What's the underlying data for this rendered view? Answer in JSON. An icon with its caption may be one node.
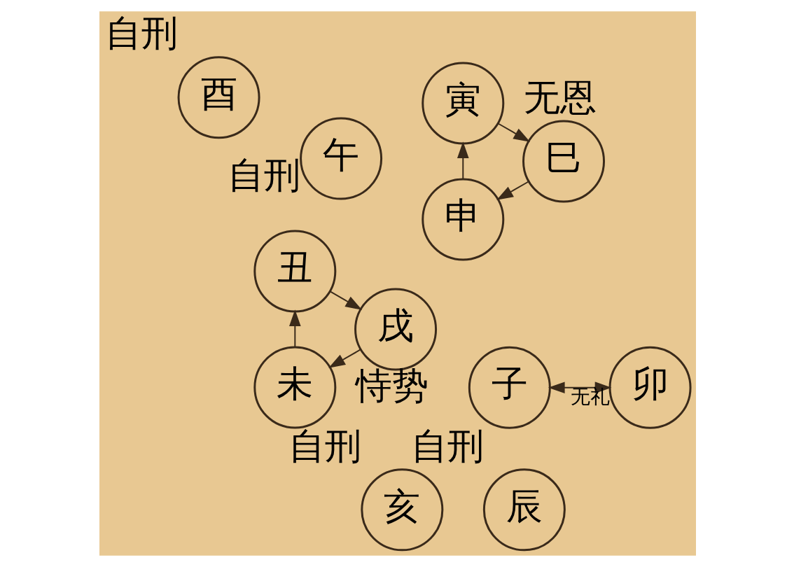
{
  "diagram": {
    "nodes": [
      {
        "text": [
          "午"
        ],
        "beside": [
          "自刑"
        ]
      },
      {
        "text": [
          "未"
        ]
      },
      {
        "text": [
          "申"
        ]
      },
      {
        "text": [
          "酉"
        ],
        "beside": [
          "自刑"
        ]
      },
      {
        "text": [
          "戌"
        ],
        "beside": [
          "恃势"
        ]
      },
      {
        "text": [
          "亥"
        ],
        "beside": [
          "自刑"
        ]
      },
      {
        "text": [
          "子"
        ]
      },
      {
        "text": [
          "丑"
        ]
      },
      {
        "text": [
          "寅"
        ]
      },
      {
        "text": [
          "卯"
        ]
      },
      {
        "text": [
          "辰"
        ],
        "beside": [
          "自刑"
        ]
      },
      {
        "text": [
          "巳"
        ],
        "beside": [
          "无恩"
        ]
      }
    ],
    "edges": [
      {
        "from": 8,
        "to": 11,
        "arrow": "to"
      },
      {
        "from": 11,
        "to": 2,
        "arrow": "to"
      },
      {
        "from": 2,
        "to": 8,
        "arrow": "to"
      },
      {
        "from": 1,
        "to": 7,
        "arrow": "to"
      },
      {
        "from": 7,
        "to": 4,
        "arrow": "to"
      },
      {
        "from": 4,
        "to": 1,
        "arrow": "to"
      },
      {
        "from": 9,
        "to": 6,
        "arrow": "both",
        "label": "无礼"
      }
    ]
  }
}
